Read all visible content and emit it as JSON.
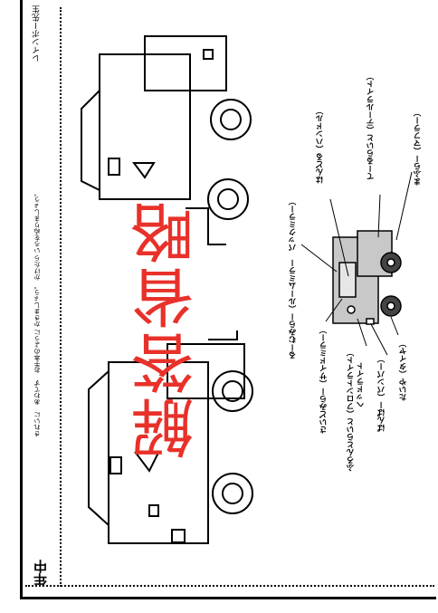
{
  "header": {
    "grade": "年中",
    "instruction": "きれいに　あわてず　お手本のように かきましょう。 かけたら いろをぬりましょう。",
    "brand": "レインボー先生"
  },
  "overlay": {
    "answer_omitted": "解答省略"
  },
  "labels": {
    "room_mirror": "るーむみらー（ルームミラー　バックミラー）",
    "handle": "はんどる（ハンドル）",
    "tail_light": "てーるらいと（テールライト）",
    "muffler": "まふらー（マフラー）",
    "side_mirror": "さいどみらー（サイドミラー）",
    "front_light": "ふろんとらいと（フロントライト）",
    "head_light": "ヘッドライト",
    "bumper": "ばんぱー（バンパー）",
    "tire": "たいや（タイヤ）"
  },
  "colors": {
    "answer_red": "#e8312a",
    "car_fill": "#c8c8c8"
  }
}
